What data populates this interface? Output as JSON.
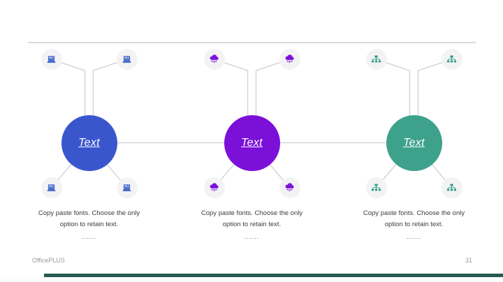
{
  "slide": {
    "footer_brand": "OfficePLUS",
    "page_number": "31",
    "accent_bar_color": "#275a50",
    "divider_color": "#dadada",
    "connector_color": "#d5d5d5"
  },
  "groups": [
    {
      "label": "Text",
      "circle_color": "#3a56cd",
      "icon": "laptop-icon",
      "icon_color": "#3e63c9",
      "description_line1": "Copy paste fonts. Choose the only",
      "description_line2": "option to retain text.",
      "dots": "......"
    },
    {
      "label": "Text",
      "circle_color": "#7b10d9",
      "icon": "cloud-upload-icon",
      "icon_color": "#7c11dc",
      "description_line1": "Copy paste fonts. Choose the only",
      "description_line2": "option to retain text.",
      "dots": "......"
    },
    {
      "label": "Text",
      "circle_color": "#3da18c",
      "icon": "org-chart-icon",
      "icon_color": "#2d9c83",
      "description_line1": "Copy paste fonts. Choose the only",
      "description_line2": "option to retain text.",
      "dots": "......"
    }
  ]
}
